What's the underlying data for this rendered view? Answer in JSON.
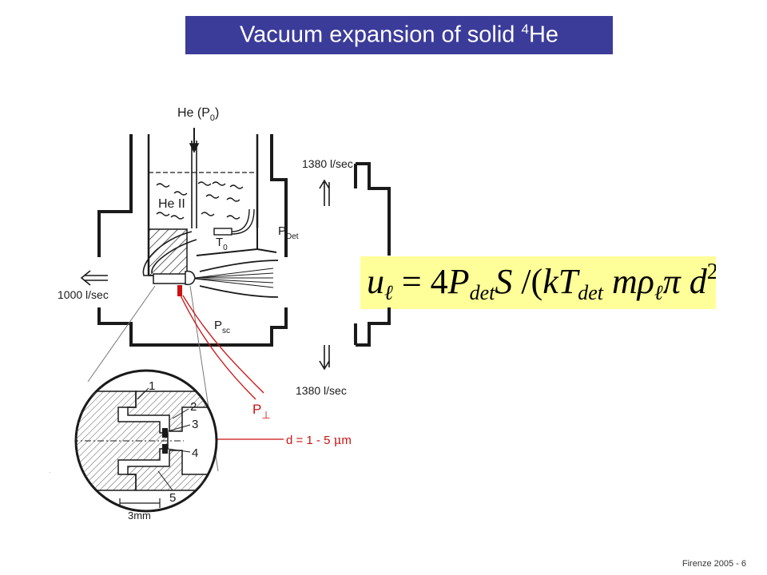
{
  "slide": {
    "title": "Vacuum expansion of solid ",
    "title_superscript": "4",
    "title_suffix": "He",
    "footer": "Firenze  2005  -  6",
    "title_bar_color": "#3b3b9a",
    "formula_box_color": "#ffff99"
  },
  "diagram": {
    "labels": {
      "he_inlet": "He (P",
      "he_inlet_sub": "0",
      "he_inlet_close": ")",
      "he_ii": "He II",
      "t0": "T",
      "t0_sub": "0",
      "p_det": "P",
      "p_det_sub": "Det",
      "p_sc": "P",
      "p_sc_sub": "sc",
      "pump_top": "1380 l/sec",
      "pump_bottom": "1380 l/sec",
      "pump_left": "1000 l/sec",
      "p_perp": "P",
      "p_perp_sub": "⊥",
      "d_prefix": "d = 1 - 5 ",
      "d_mu": "μ",
      "d_unit": "m",
      "part_1": "1",
      "part_2": "2",
      "part_3": "3",
      "part_4": "4",
      "part_5": "5",
      "scale": "3mm"
    },
    "colors": {
      "line": "#1a1a1a",
      "red": "#cc1111"
    }
  },
  "formula": {
    "u": "u",
    "ell": "ℓ",
    "eq": " = 4",
    "P": "P",
    "det1": "det",
    "S": "S",
    "slash": " /(",
    "kT": "kT",
    "det2": "det",
    "m": " m",
    "rho": "ρ",
    "ell2": "ℓ",
    "pi": "π",
    "d": " d",
    "sq": "2",
    "close": ")"
  }
}
